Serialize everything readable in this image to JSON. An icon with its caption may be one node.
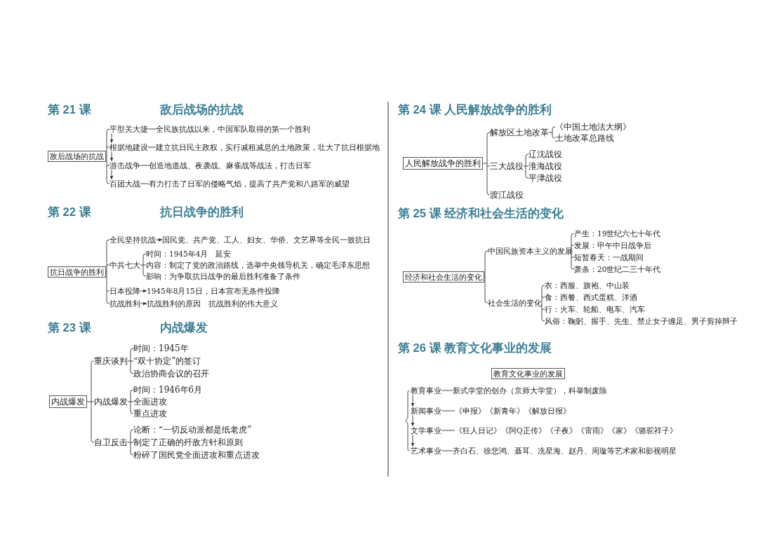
{
  "diagram": {
    "nodes": [
      {
        "text": [
          "敌后战场的抗战"
        ]
      },
      {
        "text": [
          "平型关大捷"
        ]
      },
      {
        "text": [
          "全民族抗战以来，中国军队取得的第一个胜利"
        ]
      },
      {
        "text": [
          "根据地建设"
        ]
      },
      {
        "text": [
          "建立抗日民主政权，实行减租减息的土地政策，壮大了抗日根据地"
        ]
      },
      {
        "text": [
          "游击战争"
        ]
      },
      {
        "text": [
          "创造地道战、夜袭战、麻雀战等战法，打击日军"
        ]
      },
      {
        "text": [
          "百团大战"
        ]
      },
      {
        "text": [
          "有力打击了日军的侵略气焰，提高了共产党和八路军的威望"
        ]
      },
      {
        "text": [
          "抗日战争的胜利"
        ]
      },
      {
        "text": [
          "全民坚持抗战"
        ]
      },
      {
        "text": [
          "国民党、共产党、工人、妇女、华侨、文艺界等全民一致抗日"
        ]
      },
      {
        "text": [
          "中共七大"
        ]
      },
      {
        "text": [
          "时间：1945年4月　延安"
        ]
      },
      {
        "text": [
          "内容：制定了党的政治路线，选举中央领导机关，确定毛泽东思想"
        ]
      },
      {
        "text": [
          "影响：为争取抗日战争的最后胜利准备了条件"
        ]
      },
      {
        "text": [
          "日本投降"
        ]
      },
      {
        "text": [
          "1945年8月15日，日本宣布无条件投降"
        ]
      },
      {
        "text": [
          "抗战胜利"
        ]
      },
      {
        "text": [
          "抗战胜利的原因　抗战胜利的伟大意义"
        ]
      },
      {
        "text": [
          "内战爆发"
        ]
      },
      {
        "text": [
          "重庆谈判"
        ]
      },
      {
        "text": [
          "时间：1945年"
        ]
      },
      {
        "text": [
          "“双十协定”的签订"
        ]
      },
      {
        "text": [
          "政治协商会议的召开"
        ]
      },
      {
        "text": [
          "内战爆发"
        ]
      },
      {
        "text": [
          "时间：1946年6月"
        ]
      },
      {
        "text": [
          "全面进攻"
        ]
      },
      {
        "text": [
          "重点进攻"
        ]
      },
      {
        "text": [
          "自卫反击"
        ]
      },
      {
        "text": [
          "论断：“一切反动派都是纸老虎”"
        ]
      },
      {
        "text": [
          "制定了正确的歼敌方针和原则"
        ]
      },
      {
        "text": [
          "粉碎了国民党全面进攻和重点进攻"
        ]
      },
      {
        "text": [
          "人民解放战争的胜利"
        ]
      },
      {
        "text": [
          "解放区土地改革"
        ]
      },
      {
        "text": [
          "《中国土地法大纲》"
        ]
      },
      {
        "text": [
          "土地改革总路线"
        ]
      },
      {
        "text": [
          "三大战役"
        ]
      },
      {
        "text": [
          "辽沈战役"
        ]
      },
      {
        "text": [
          "淮海战役"
        ]
      },
      {
        "text": [
          "平津战役"
        ]
      },
      {
        "text": [
          "渡江战役"
        ]
      },
      {
        "text": [
          "经济和社会生活的变化"
        ]
      },
      {
        "text": [
          "中国民族资本主义的发展"
        ]
      },
      {
        "text": [
          "产生：19世纪六七十年代"
        ]
      },
      {
        "text": [
          "发展：甲午中日战争后"
        ]
      },
      {
        "text": [
          "短暂春天：一战期间"
        ]
      },
      {
        "text": [
          "萧条：20世纪二三十年代"
        ]
      },
      {
        "text": [
          "社会生活的变化"
        ]
      },
      {
        "text": [
          "衣：西服、旗袍、中山装"
        ]
      },
      {
        "text": [
          "食：西餐、西式蛋糕、洋酒"
        ]
      },
      {
        "text": [
          "行：火车、轮船、电车、汽车"
        ]
      },
      {
        "text": [
          "风俗：鞠躬、握手、先生、禁止女子缠足、男子剪掉辫子"
        ]
      },
      {
        "text": [
          "教育文化事业的发展"
        ]
      },
      {
        "text": [
          "教育事业"
        ]
      },
      {
        "text": [
          "新式学堂的创办（京师大学堂），科举制废除"
        ]
      },
      {
        "text": [
          "新闻事业"
        ]
      },
      {
        "text": [
          "《申报》《新青年》《解放日报》"
        ]
      },
      {
        "text": [
          "文学事业"
        ]
      },
      {
        "text": [
          "《狂人日记》《阿Q正传》《子夜》《雷雨》《家》《骆驼祥子》"
        ]
      },
      {
        "text": [
          "艺术事业"
        ]
      },
      {
        "text": [
          "齐白石、徐悲鸿、聂耳、冼星海、赵丹、周璇等艺术家和影视明星"
        ]
      }
    ],
    "edges": [
      {
        "from": 0,
        "to": 1,
        "arrow": "none"
      },
      {
        "from": 0,
        "to": 3,
        "arrow": "none"
      },
      {
        "from": 0,
        "to": 5,
        "arrow": "none"
      },
      {
        "from": 0,
        "to": 7,
        "arrow": "none"
      },
      {
        "from": 1,
        "to": 2,
        "arrow": "none"
      },
      {
        "from": 3,
        "to": 4,
        "arrow": "none"
      },
      {
        "from": 5,
        "to": 6,
        "arrow": "none"
      },
      {
        "from": 7,
        "to": 8,
        "arrow": "none"
      },
      {
        "from": 1,
        "to": 3,
        "arrow": "to"
      },
      {
        "from": 3,
        "to": 5,
        "arrow": "to"
      },
      {
        "from": 5,
        "to": 7,
        "arrow": "to"
      },
      {
        "from": 9,
        "to": 10,
        "arrow": "none"
      },
      {
        "from": 9,
        "to": 12,
        "arrow": "none"
      },
      {
        "from": 9,
        "to": 16,
        "arrow": "none"
      },
      {
        "from": 9,
        "to": 18,
        "arrow": "none"
      },
      {
        "from": 10,
        "to": 11,
        "arrow": "to"
      },
      {
        "from": 12,
        "to": 13,
        "arrow": "none"
      },
      {
        "from": 12,
        "to": 14,
        "arrow": "none"
      },
      {
        "from": 12,
        "to": 15,
        "arrow": "none"
      },
      {
        "from": 16,
        "to": 17,
        "arrow": "to"
      },
      {
        "from": 18,
        "to": 19,
        "arrow": "to"
      },
      {
        "from": 20,
        "to": 21,
        "arrow": "none"
      },
      {
        "from": 20,
        "to": 25,
        "arrow": "none"
      },
      {
        "from": 20,
        "to": 29,
        "arrow": "none"
      },
      {
        "from": 21,
        "to": 22,
        "arrow": "none"
      },
      {
        "from": 21,
        "to": 23,
        "arrow": "none"
      },
      {
        "from": 21,
        "to": 24,
        "arrow": "none"
      },
      {
        "from": 25,
        "to": 26,
        "arrow": "none"
      },
      {
        "from": 25,
        "to": 27,
        "arrow": "none"
      },
      {
        "from": 25,
        "to": 28,
        "arrow": "none"
      },
      {
        "from": 29,
        "to": 30,
        "arrow": "none"
      },
      {
        "from": 29,
        "to": 31,
        "arrow": "none"
      },
      {
        "from": 29,
        "to": 32,
        "arrow": "none"
      },
      {
        "from": 33,
        "to": 34,
        "arrow": "none"
      },
      {
        "from": 33,
        "to": 37,
        "arrow": "none"
      },
      {
        "from": 33,
        "to": 41,
        "arrow": "none"
      },
      {
        "from": 34,
        "to": 35,
        "arrow": "none"
      },
      {
        "from": 34,
        "to": 36,
        "arrow": "none"
      },
      {
        "from": 37,
        "to": 38,
        "arrow": "none"
      },
      {
        "from": 37,
        "to": 39,
        "arrow": "none"
      },
      {
        "from": 37,
        "to": 40,
        "arrow": "none"
      },
      {
        "from": 42,
        "to": 43,
        "arrow": "none"
      },
      {
        "from": 42,
        "to": 48,
        "arrow": "none"
      },
      {
        "from": 43,
        "to": 44,
        "arrow": "none"
      },
      {
        "from": 43,
        "to": 45,
        "arrow": "none"
      },
      {
        "from": 43,
        "to": 46,
        "arrow": "none"
      },
      {
        "from": 43,
        "to": 47,
        "arrow": "none"
      },
      {
        "from": 48,
        "to": 49,
        "arrow": "none"
      },
      {
        "from": 48,
        "to": 50,
        "arrow": "none"
      },
      {
        "from": 48,
        "to": 51,
        "arrow": "none"
      },
      {
        "from": 48,
        "to": 52,
        "arrow": "none"
      },
      {
        "from": 54,
        "to": 55,
        "arrow": "none"
      },
      {
        "from": 56,
        "to": 57,
        "arrow": "none"
      },
      {
        "from": 58,
        "to": 59,
        "arrow": "none"
      },
      {
        "from": 60,
        "to": 61,
        "arrow": "none"
      },
      {
        "from": 54,
        "to": 56,
        "arrow": "to"
      },
      {
        "from": 56,
        "to": 58,
        "arrow": "to"
      },
      {
        "from": 58,
        "to": 60,
        "arrow": "to"
      }
    ],
    "labels": [
      "第 21 课",
      "敌后战场的抗战",
      "第 22 课",
      "抗日战争的胜利",
      "第 23 课",
      "内战爆发",
      "第 24 课",
      "人民解放战争的胜利",
      "第 25 课",
      "经济和社会生活的变化",
      "第 26 课",
      "教育文化事业的发展"
    ]
  }
}
